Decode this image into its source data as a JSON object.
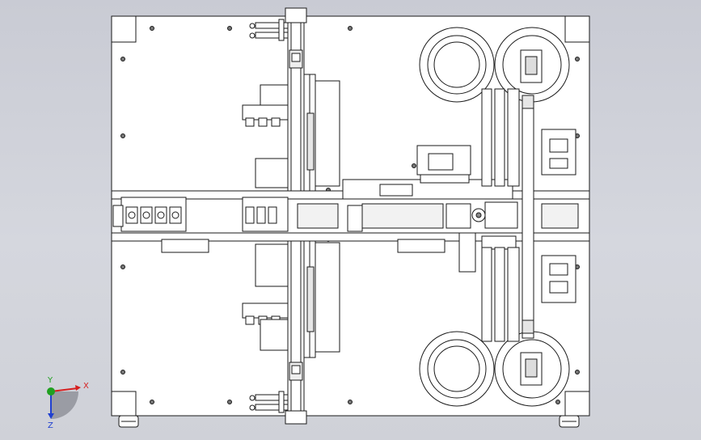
{
  "viewport": {
    "background_color": "#cfd1d8",
    "line_color": "#1a1a1a",
    "part_fill": "#ffffff"
  },
  "triad": {
    "x_label": "X",
    "y_label": "Y",
    "z_label": "Z",
    "x_color": "#d62020",
    "y_color": "#20a020",
    "z_color": "#2040d0",
    "icons": [
      "coordinate-triad-icon",
      "view-orientation-quarter-icon"
    ]
  }
}
